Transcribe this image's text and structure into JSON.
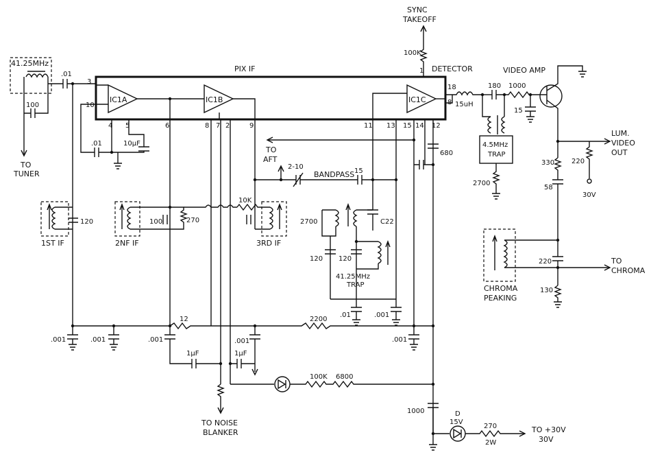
{
  "blocks": {
    "pix_if": "PIX IF",
    "detector": "DETECTOR",
    "video_amp": "VIDEO AMP",
    "ic1a": "IC1A",
    "ic1b": "IC1B",
    "ic1c": "IC1C",
    "sync_takeoff_1": "SYNC",
    "sync_takeoff_2": "TAKEOFF"
  },
  "pins": {
    "p3": "3",
    "p10": "10",
    "p4": "4",
    "p5": "5",
    "p6": "6",
    "p8": "8",
    "p7": "7",
    "p2": "2",
    "p9": "9",
    "p11": "11",
    "p13": "13",
    "p15": "15",
    "p14": "14",
    "p12": "12",
    "p1": "1",
    "p18": "18",
    "p8b": "8"
  },
  "components": {
    "tuner_freq": "41.25MHz",
    "c_01_in": ".01",
    "c_100_in": "100",
    "c_01_pin4": ".01",
    "c_10uf": "10μF",
    "c_120": "120",
    "c_100_2nd": "100",
    "r_270": "270",
    "r_10k": "10K",
    "r_100k_sync": "100K",
    "c_680": "680",
    "r_bandpass_var": "2-10",
    "bandpass": "BANDPASS",
    "c_15_bp": "15",
    "c22": "C22",
    "r_2700_trap": "2700",
    "c_120_a": "120",
    "c_120_b": "120",
    "trap_4125_1": "41.25MHz",
    "trap_4125_2": "TRAP",
    "c_01_bot": ".01",
    "c_001_trap": ".001",
    "l_15uh": "15uH",
    "c_180": "180",
    "r_1000_vid": "1000",
    "c_15_vid": "15",
    "trap_45_1": "4.5MHz",
    "trap_45_2": "TRAP",
    "r_2700_vid": "2700",
    "r_330": "330",
    "r_220_out": "220",
    "c_58": "58",
    "v_30v": "30V",
    "c_220_chroma": "220",
    "r_130": "130",
    "r_12": "12",
    "r_2200": "2200",
    "c_001_a": ".001",
    "c_001_b": ".001",
    "c_001_c": ".001",
    "c_001_d": ".001",
    "c_001_e": ".001",
    "c_1uf_a": "1μF",
    "c_1uf_b": "1μF",
    "r_100k_bot": "100K",
    "r_6800": "6800",
    "c_1000_bot": "1000",
    "zener_d": "D",
    "zener_v": "15V",
    "r_270_bot": "270",
    "r_2w": "2W",
    "v_30v_bot": "30V"
  },
  "labels": {
    "to_tuner_1": "TO",
    "to_tuner_2": "TUNER",
    "first_if": "1ST IF",
    "second_if": "2NF IF",
    "third_if": "3RD IF",
    "to_aft_1": "TO",
    "to_aft_2": "AFT",
    "lum_video_1": "LUM.",
    "lum_video_2": "VIDEO",
    "lum_video_3": "OUT",
    "to_chroma_1": "TO",
    "to_chroma_2": "CHROMA",
    "chroma_peaking_1": "CHROMA",
    "chroma_peaking_2": "PEAKING",
    "to_noise_1": "TO NOISE",
    "to_noise_2": "BLANKER",
    "to_30v": "TO +30V"
  }
}
